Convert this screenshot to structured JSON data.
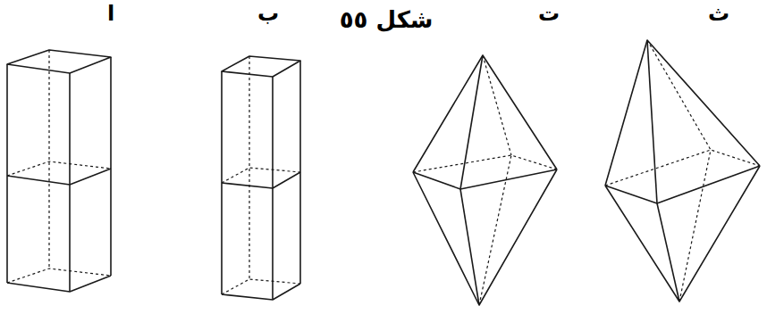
{
  "diagram": {
    "title": "شكل ٥٥",
    "labels": [
      "ا",
      "ب",
      "ت",
      "ث"
    ]
  }
}
